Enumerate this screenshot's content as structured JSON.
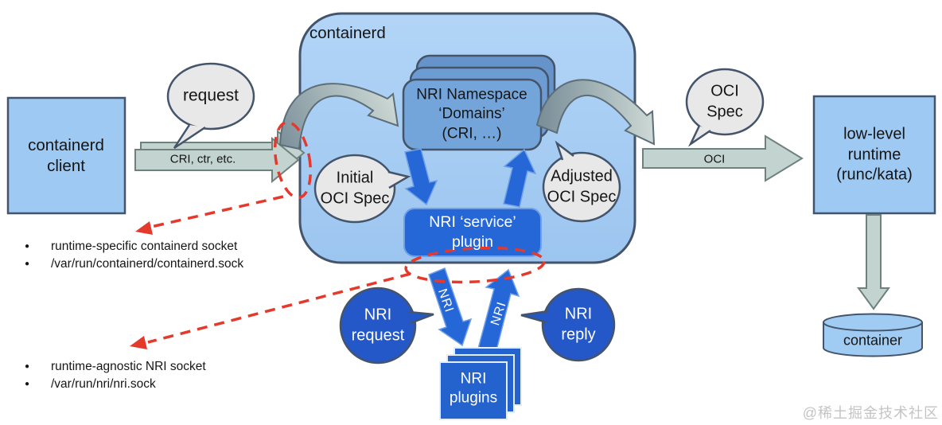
{
  "containerd": {
    "label": "containerd",
    "namespace_stack": "NRI Namespace\n‘Domains’\n(CRI, …)",
    "service_plugin": "NRI ‘service’\nplugin"
  },
  "client": {
    "label": "containerd\nclient"
  },
  "runtime": {
    "label": "low-level\nruntime\n(runc/kata)"
  },
  "container": {
    "label": "container"
  },
  "nri_plugins": {
    "label": "NRI\nplugins"
  },
  "bubbles": {
    "request": "request",
    "initial_oci": "Initial\nOCI Spec",
    "adjusted_oci": "Adjusted\nOCI Spec",
    "oci_spec": "OCI\nSpec",
    "nri_request": "NRI\nrequest",
    "nri_reply": "NRI\nreply"
  },
  "arrows": {
    "cri_label": "CRI, ctr, etc.",
    "oci_label": "OCI",
    "nri_down_label": "NRI",
    "nri_up_label": "NRI"
  },
  "notes": {
    "containerd_socket": {
      "items": [
        "runtime-specific containerd socket",
        "/var/run/containerd/containerd.sock"
      ]
    },
    "nri_socket": {
      "items": [
        "runtime-agnostic NRI socket",
        "/var/run/nri/nri.sock"
      ]
    }
  },
  "watermark": "@稀土掘金技术社区",
  "colors": {
    "box_fill": "#9DC9F2",
    "containerd_fill": "#A7CEF3",
    "namespace_fill": "#74A5DA",
    "royal_blue": "#2667D8",
    "deep_blue": "#2458C8",
    "gray_arrow": "#C3D3CF",
    "bubble_gray": "#E9E8E8",
    "outline": "#44546A",
    "red_dash": "#E5392B"
  }
}
